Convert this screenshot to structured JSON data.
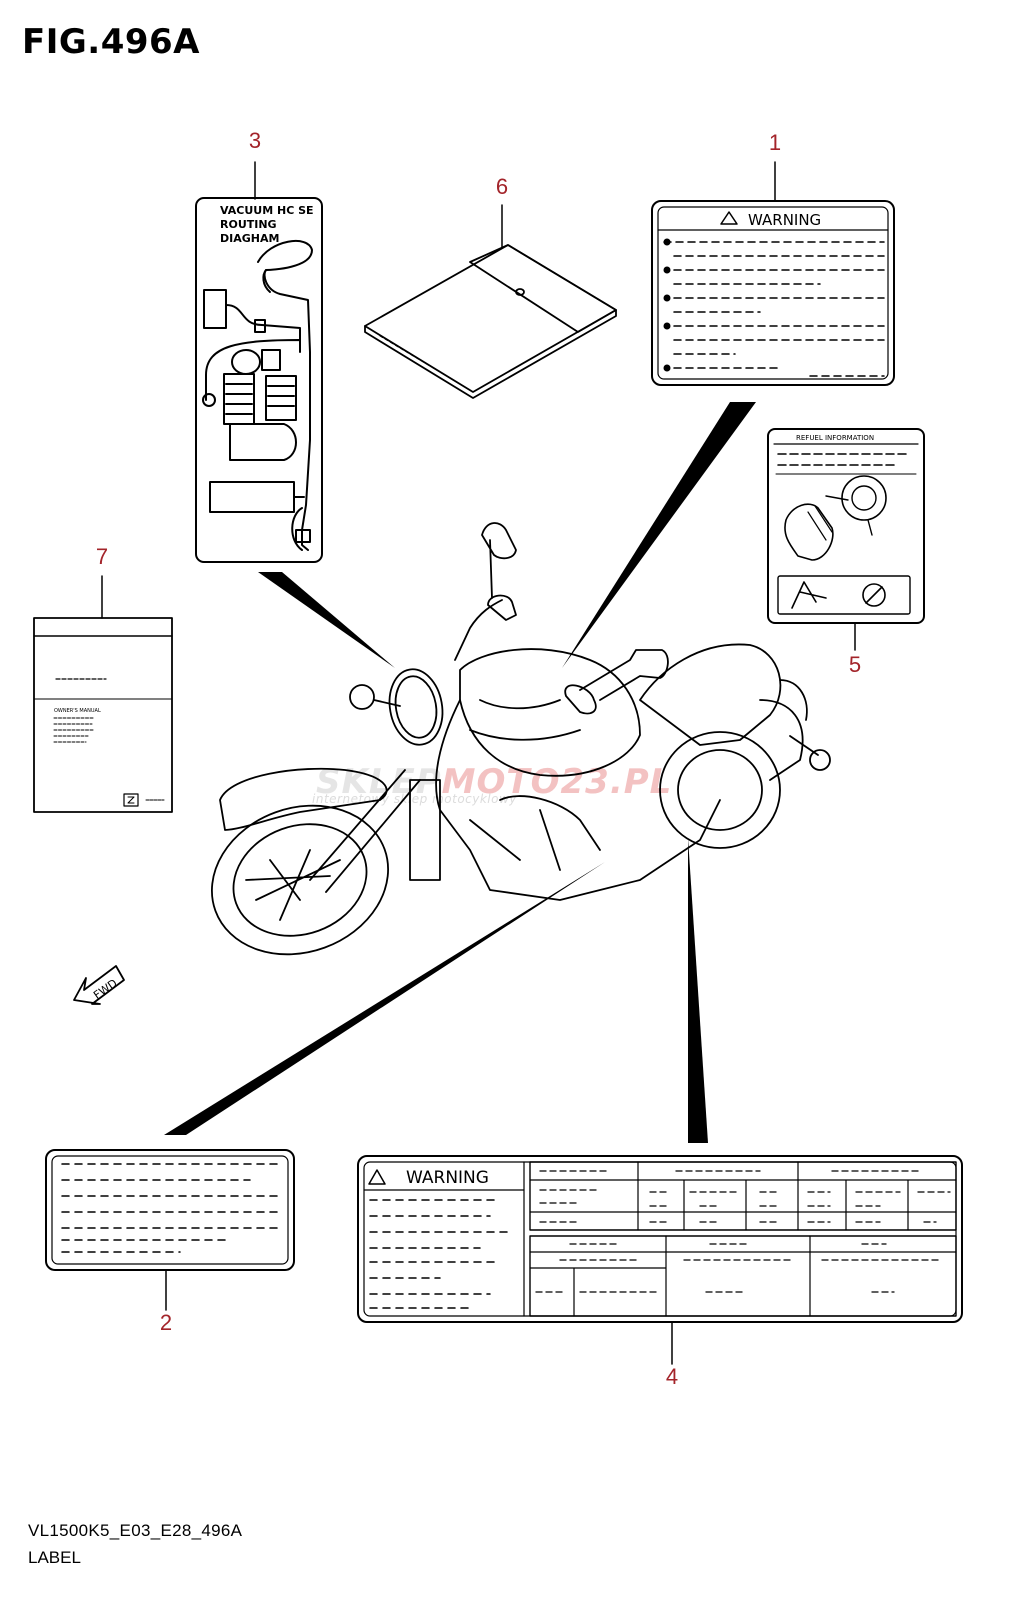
{
  "figure": {
    "title": "FIG.496A"
  },
  "callouts": [
    "1",
    "2",
    "3",
    "4",
    "5",
    "6",
    "7"
  ],
  "labels": {
    "warning_title": "WARNING",
    "vacuum_hose": {
      "line1": "VACUUM HC SE",
      "line2": "ROUTING",
      "line3": "DIAGHAM"
    },
    "refuel": "REFUEL INFORMATION",
    "owners_manual": "OWNER'S MANUAL"
  },
  "direction": "FWD",
  "watermark": {
    "main_a": "SKLEP",
    "main_b": "MOTO",
    "main_c": "23.PL",
    "sub": "internetowy sklep motocyklowy"
  },
  "footer": {
    "code": "VL1500K5_E03_E28_496A",
    "name": "LABEL"
  },
  "colors": {
    "callout": "#a3242a",
    "line": "#000000"
  }
}
